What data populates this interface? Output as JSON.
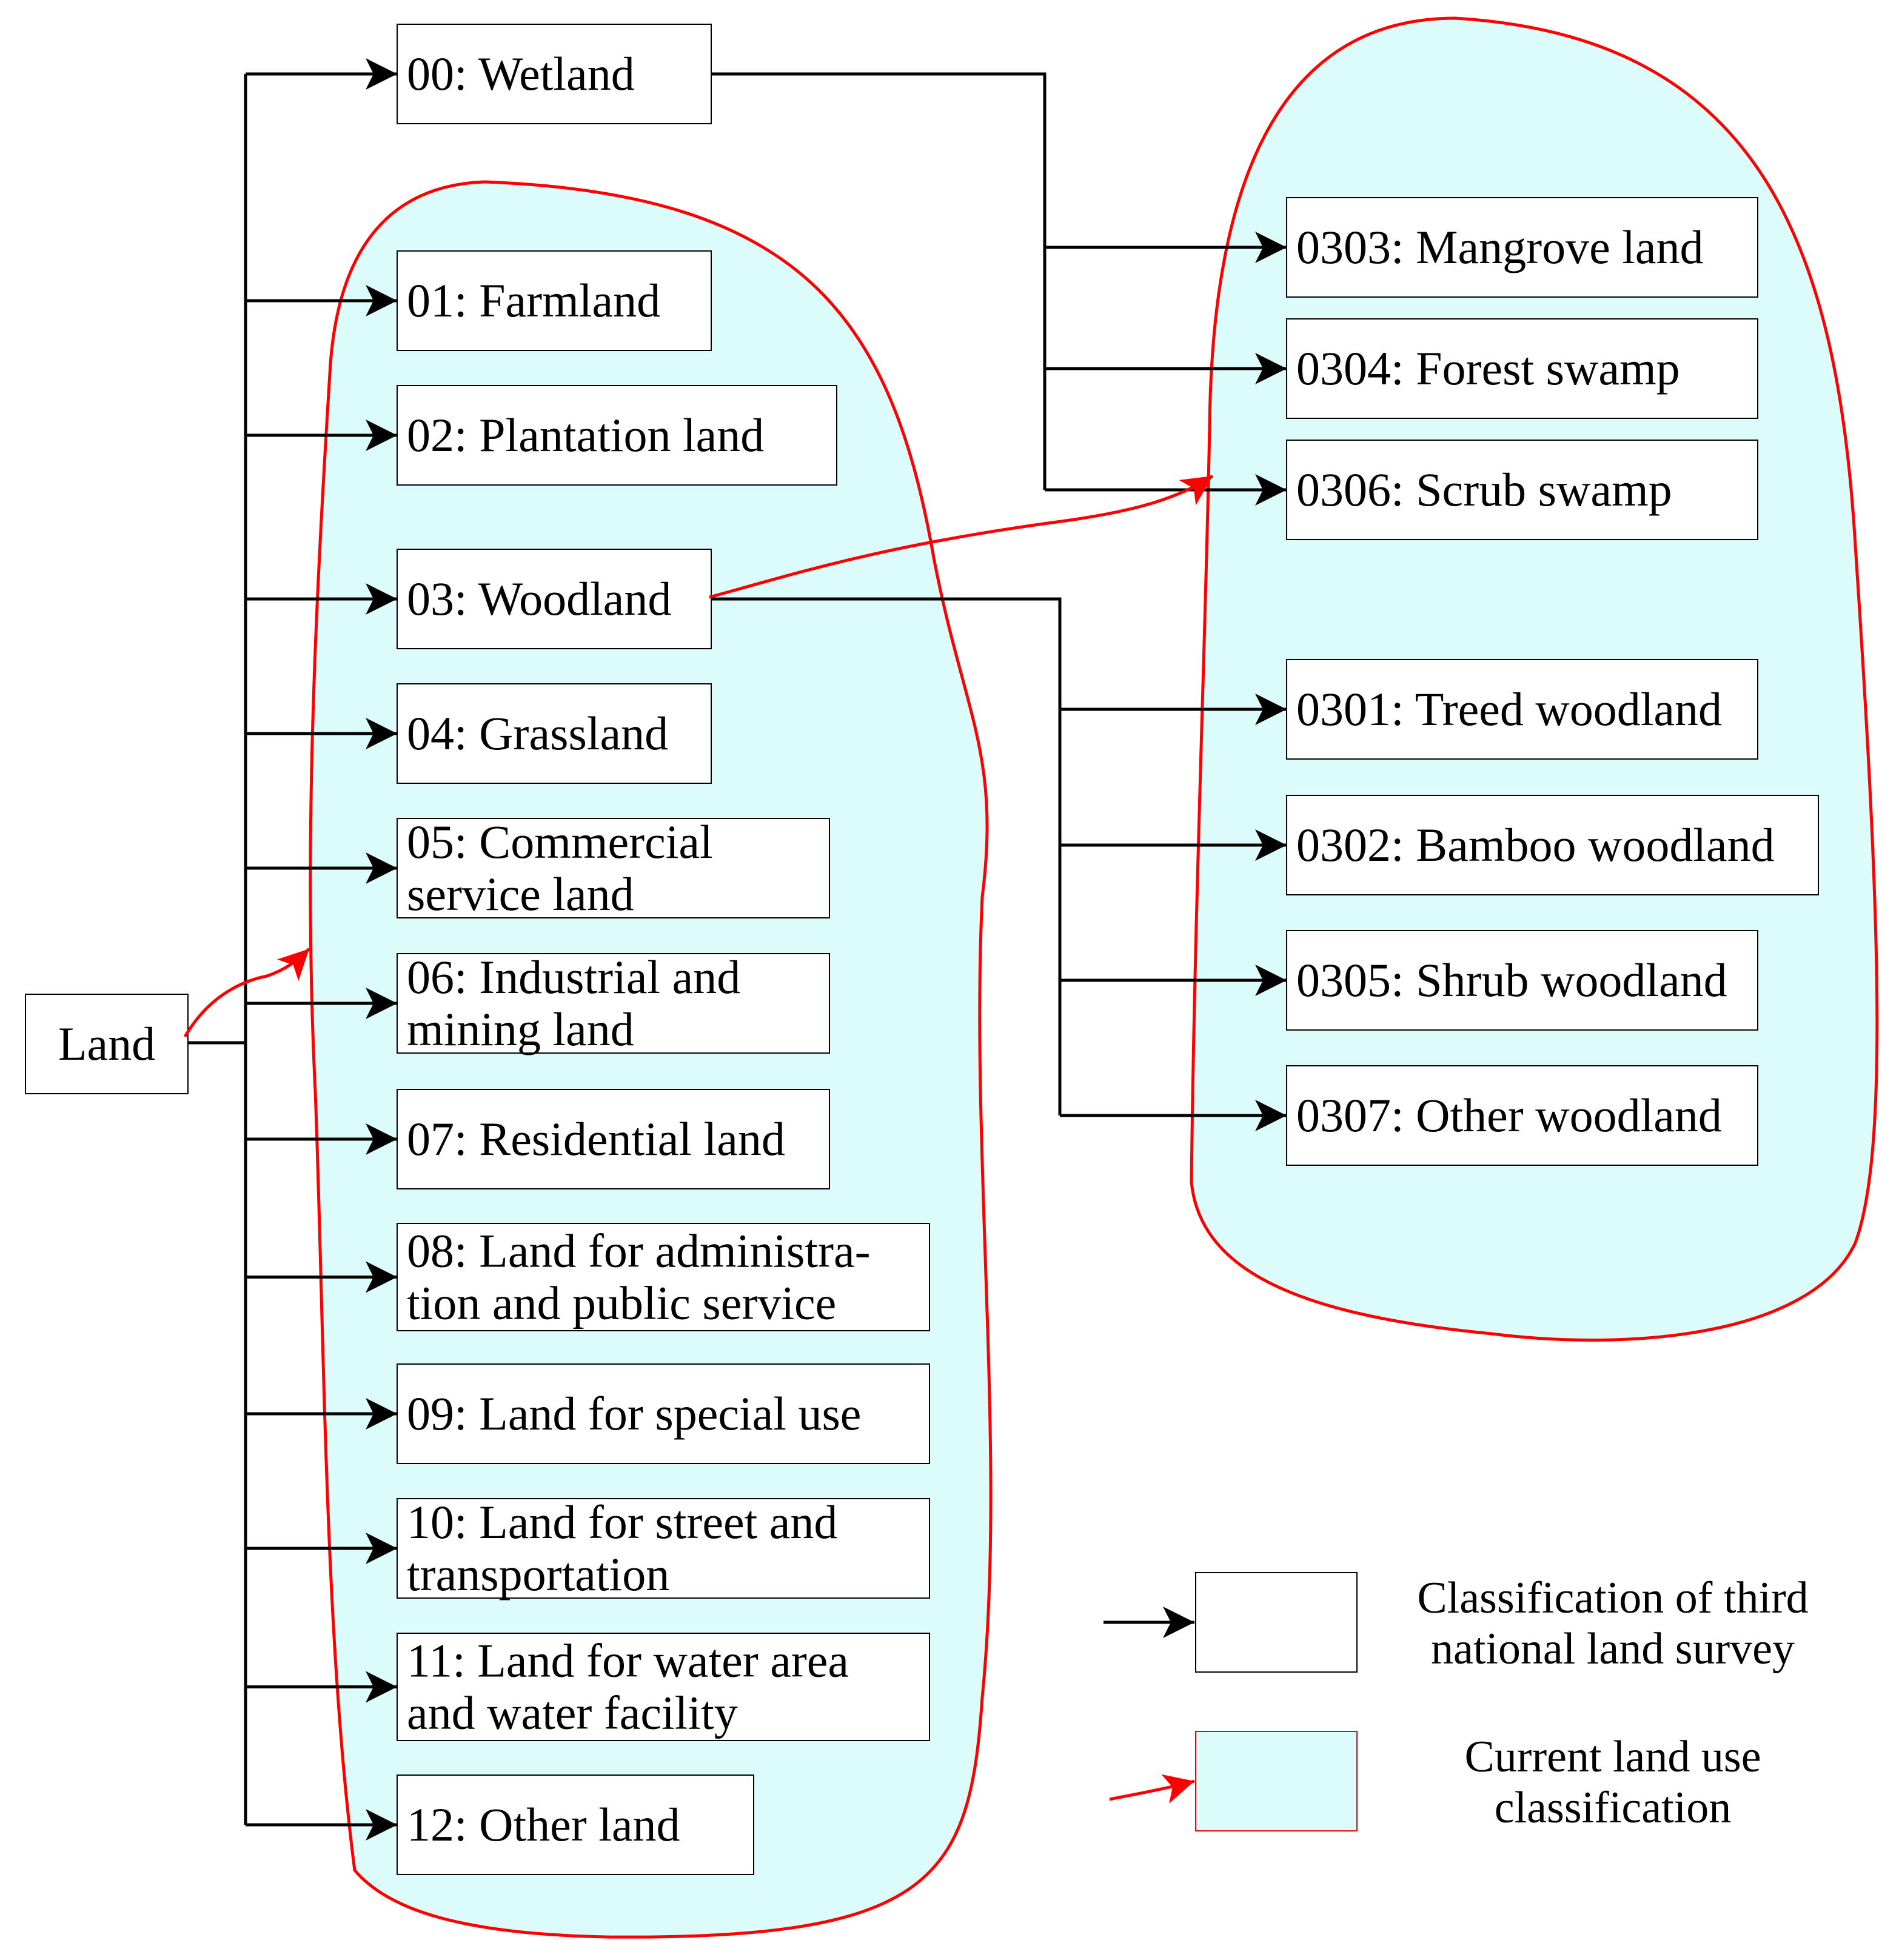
{
  "root": {
    "label": "Land"
  },
  "top_level": [
    {
      "code": "00: Wetland",
      "lines": [
        "00: Wetland"
      ]
    },
    {
      "code": "01: Farmland",
      "lines": [
        "01: Farmland"
      ]
    },
    {
      "code": "02: Plantation land",
      "lines": [
        "02: Plantation land"
      ]
    },
    {
      "code": "03: Woodland",
      "lines": [
        "03: Woodland"
      ]
    },
    {
      "code": "04: Grassland",
      "lines": [
        "04: Grassland"
      ]
    },
    {
      "code": "05: Commercial service land",
      "lines": [
        "05: Commercial",
        "service land"
      ]
    },
    {
      "code": "06: Industrial and mining land",
      "lines": [
        "06: Industrial and",
        "mining land"
      ]
    },
    {
      "code": "07: Residential land",
      "lines": [
        "07: Residential land"
      ]
    },
    {
      "code": "08: Land for administration and public service",
      "lines": [
        "08: Land for administra-",
        "tion and public service"
      ]
    },
    {
      "code": "09: Land for special use",
      "lines": [
        "09: Land for special use"
      ]
    },
    {
      "code": "10: Land for street and transportation",
      "lines": [
        "10: Land for street and",
        "transportation"
      ]
    },
    {
      "code": "11: Land for water area and water facility",
      "lines": [
        "11:  Land for water area",
        "and water facility"
      ]
    },
    {
      "code": "12: Other land",
      "lines": [
        "12: Other land"
      ]
    }
  ],
  "wetland_subclasses": [
    {
      "lines": [
        "0303: Mangrove land"
      ]
    },
    {
      "lines": [
        "0304: Forest swamp"
      ]
    },
    {
      "lines": [
        "0306: Scrub swamp"
      ]
    }
  ],
  "woodland_subclasses": [
    {
      "lines": [
        "0301: Treed woodland"
      ]
    },
    {
      "lines": [
        "0302: Bamboo woodland"
      ]
    },
    {
      "lines": [
        "0305: Shrub woodland"
      ]
    },
    {
      "lines": [
        "0307: Other woodland"
      ]
    }
  ],
  "legend": {
    "items": [
      {
        "lines": [
          "Classification of third",
          "national land survey"
        ]
      },
      {
        "lines": [
          "Current land use",
          "classification"
        ]
      }
    ]
  },
  "colors": {
    "highlight_fill": "#dcfcfc",
    "highlight_stroke": "#ff0000",
    "connector": "#000000"
  }
}
